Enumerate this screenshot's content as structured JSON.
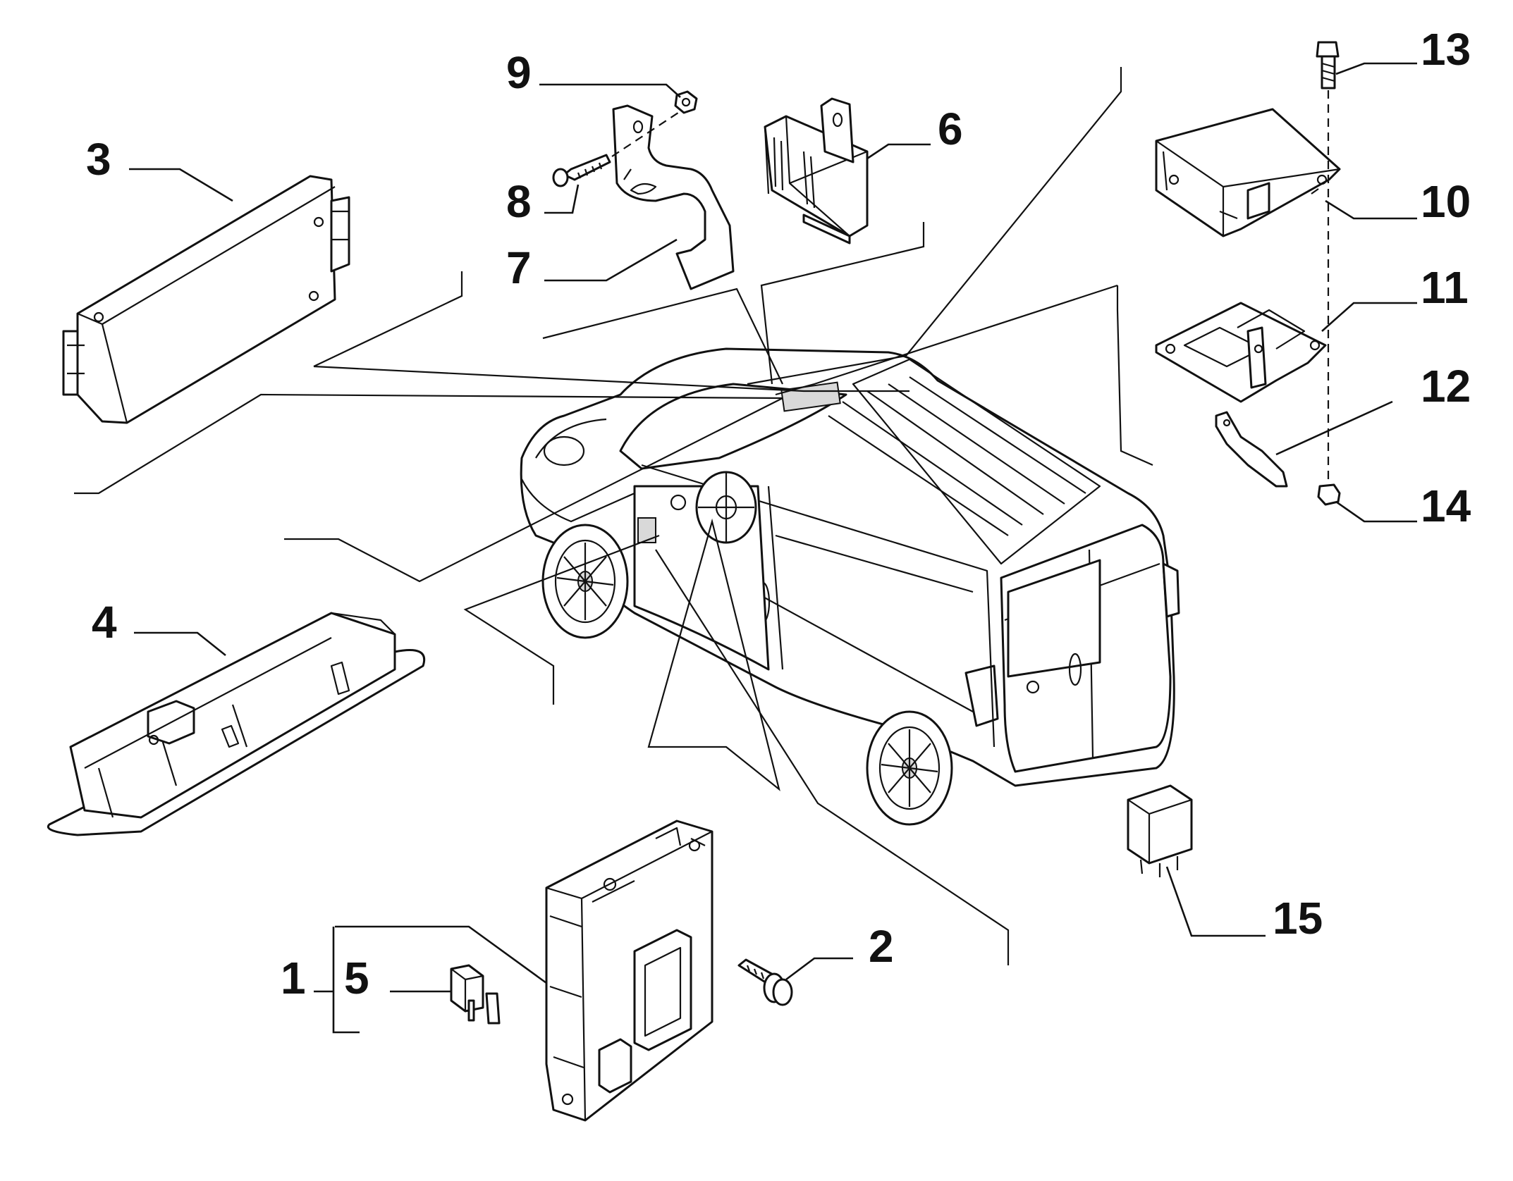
{
  "callouts": [
    {
      "id": "1",
      "label": "1"
    },
    {
      "id": "2",
      "label": "2"
    },
    {
      "id": "3",
      "label": "3"
    },
    {
      "id": "4",
      "label": "4"
    },
    {
      "id": "5",
      "label": "5"
    },
    {
      "id": "6",
      "label": "6"
    },
    {
      "id": "7",
      "label": "7"
    },
    {
      "id": "8",
      "label": "8"
    },
    {
      "id": "9",
      "label": "9"
    },
    {
      "id": "10",
      "label": "10"
    },
    {
      "id": "11",
      "label": "11"
    },
    {
      "id": "12",
      "label": "12"
    },
    {
      "id": "13",
      "label": "13"
    },
    {
      "id": "14",
      "label": "14"
    },
    {
      "id": "15",
      "label": "15"
    }
  ],
  "parts": {
    "p1": {
      "icon": "body-computer-module-icon"
    },
    "p2": {
      "icon": "flange-bolt-icon"
    },
    "p3": {
      "icon": "control-unit-icon"
    },
    "p4": {
      "icon": "ceiling-lamp-module-icon"
    },
    "p5": {
      "icon": "blade-fuse-icon"
    },
    "p6": {
      "icon": "relay-bracket-unit-icon"
    },
    "p7": {
      "icon": "mounting-bracket-icon"
    },
    "p8": {
      "icon": "screw-icon"
    },
    "p9": {
      "icon": "nut-icon"
    },
    "p10": {
      "icon": "airbag-control-unit-icon"
    },
    "p11": {
      "icon": "support-plate-icon"
    },
    "p12": {
      "icon": "small-bracket-icon"
    },
    "p13": {
      "icon": "bolt-icon"
    },
    "p14": {
      "icon": "nut-icon"
    },
    "p15": {
      "icon": "relay-icon"
    },
    "vehicle": {
      "icon": "van-icon"
    }
  },
  "colors": {
    "line": "#111111",
    "background": "#ffffff"
  }
}
